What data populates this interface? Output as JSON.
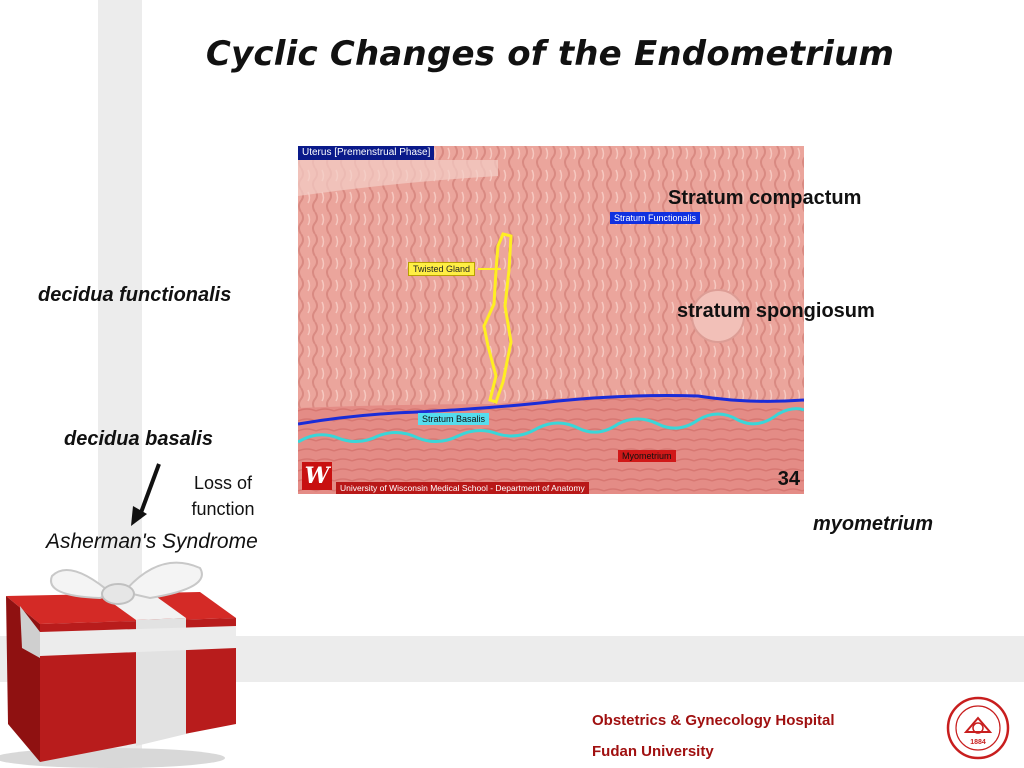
{
  "slide": {
    "title": "Cyclic Changes of the Endometrium",
    "labels": {
      "stratum_compactum": "Stratum compactum",
      "stratum_spongiosum": "stratum spongiosum",
      "decidua_functionalis": "decidua functionalis",
      "decidua_basalis": "decidua basalis",
      "loss_of_function": "Loss of function",
      "ashermans_syndrome": "Asherman's Syndrome",
      "myometrium": "myometrium"
    }
  },
  "micrograph": {
    "title_bar": "Uterus [Premenstrual Phase]",
    "tags": {
      "stratum_functionalis": "Stratum Functionalis",
      "twisted_gland": "Twisted Gland",
      "stratum_basalis": "Stratum Basalis",
      "myometrium": "Myometrium"
    },
    "footer_text": "University of Wisconsin Medical School - Department of Anatomy",
    "logo_letter": "W",
    "image_number": "34"
  },
  "footer": {
    "line1": "Obstetrics & Gynecology Hospital",
    "line2": "Fudan University",
    "seal_year": "1884"
  },
  "colors": {
    "title_text": "#111111",
    "footer_text": "#a01010",
    "tag_functionalis": "#1030e0",
    "tag_gland": "#ffee44",
    "tag_basalis": "#55ddee",
    "tag_myometrium": "#d01818",
    "gift_box": "#b81c1c"
  },
  "icons": {
    "arrow": "down-left-arrow-icon",
    "gift": "gift-box-icon",
    "seal": "hospital-seal-icon"
  }
}
